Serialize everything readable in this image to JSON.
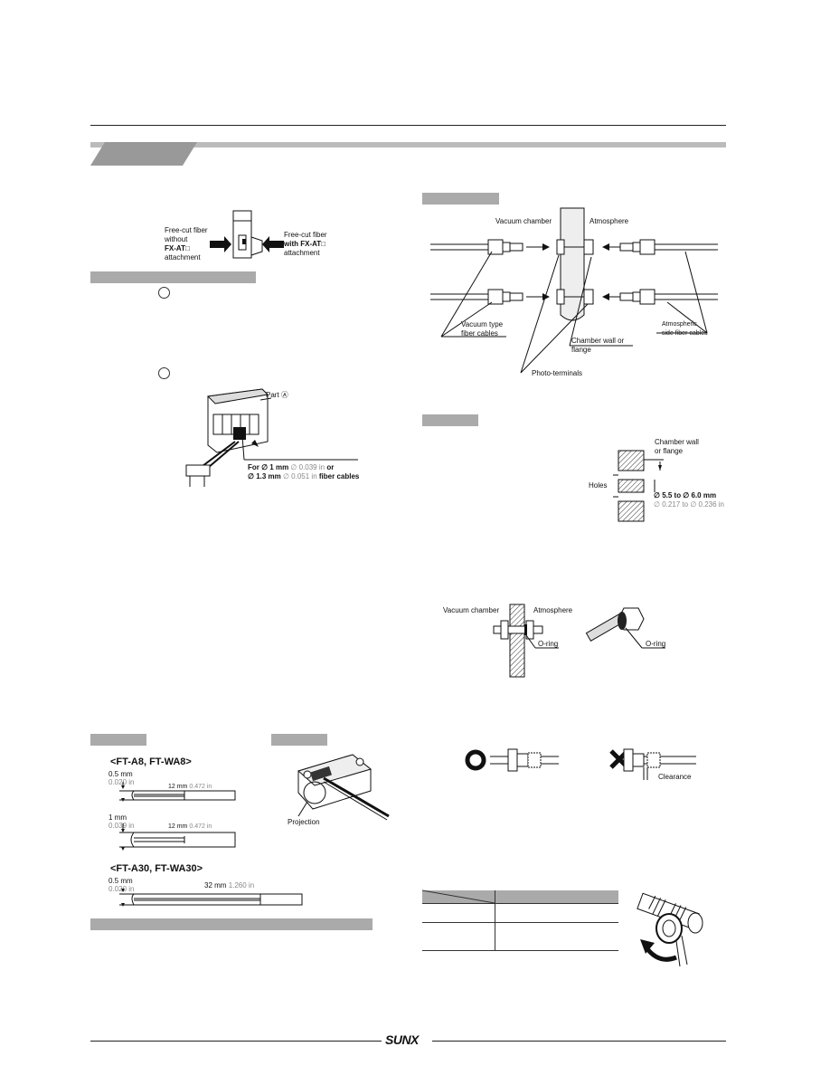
{
  "attach_diagram": {
    "left_label": [
      "Free-cut fiber",
      "without",
      "FX-AT□",
      "attachment"
    ],
    "right_label": [
      "Free-cut fiber",
      "with FX-AT□",
      "attachment"
    ]
  },
  "connector_diagram": {
    "part_label": "Part Ⓐ",
    "fiber_note_line1_prefix": "For ∅ 1 mm ",
    "fiber_note_line1_gray": "∅ 0.039 in",
    "fiber_note_line1_suffix": " or",
    "fiber_note_line2_prefix": "∅ 1.3 mm ",
    "fiber_note_line2_gray": "∅ 0.051 in",
    "fiber_note_line2_suffix": " fiber cables"
  },
  "vacuum_diagram": {
    "vacuum_chamber": "Vacuum chamber",
    "atmosphere": "Atmosphere",
    "vacuum_fibers": [
      "Vacuum type",
      "fiber cables"
    ],
    "chamber_wall": [
      "Chamber wall or",
      "flange"
    ],
    "atmospheric_fibers": [
      "Atmospheric",
      "side fiber cables"
    ],
    "photo_terminals": "Photo-terminals"
  },
  "hole_diagram": {
    "chamber_wall": [
      "Chamber wall",
      "or flange"
    ],
    "holes": "Holes",
    "dia_mm": "∅ 5.5 to ∅ 6.0 mm",
    "dia_in": "∅ 0.217 to ∅ 0.236 in"
  },
  "oring_diagram": {
    "vacuum_chamber": "Vacuum chamber",
    "atmosphere": "Atmosphere",
    "oring_left": "O-ring",
    "oring_right": "O-ring"
  },
  "clearance_diagram": {
    "clearance": "Clearance"
  },
  "fiber_tips": {
    "heading1": "<FT-A8, FT-WA8>",
    "a_mm": "0.5 mm",
    "a_in": "0.020 in",
    "a_len_mm": "12 mm",
    "a_len_in": "0.472 in",
    "b_mm": "1 mm",
    "b_in": "0.039 in",
    "b_len_mm": "12 mm",
    "b_len_in": "0.472 in",
    "heading2": "<FT-A30, FT-WA30>",
    "c_mm": "0.5 mm",
    "c_in": "0.020 in",
    "c_len_mm": "32 mm",
    "c_len_in": "1.260 in"
  },
  "projection_diagram": {
    "projection": "Projection"
  },
  "footer": {
    "logo": "SUNX"
  }
}
